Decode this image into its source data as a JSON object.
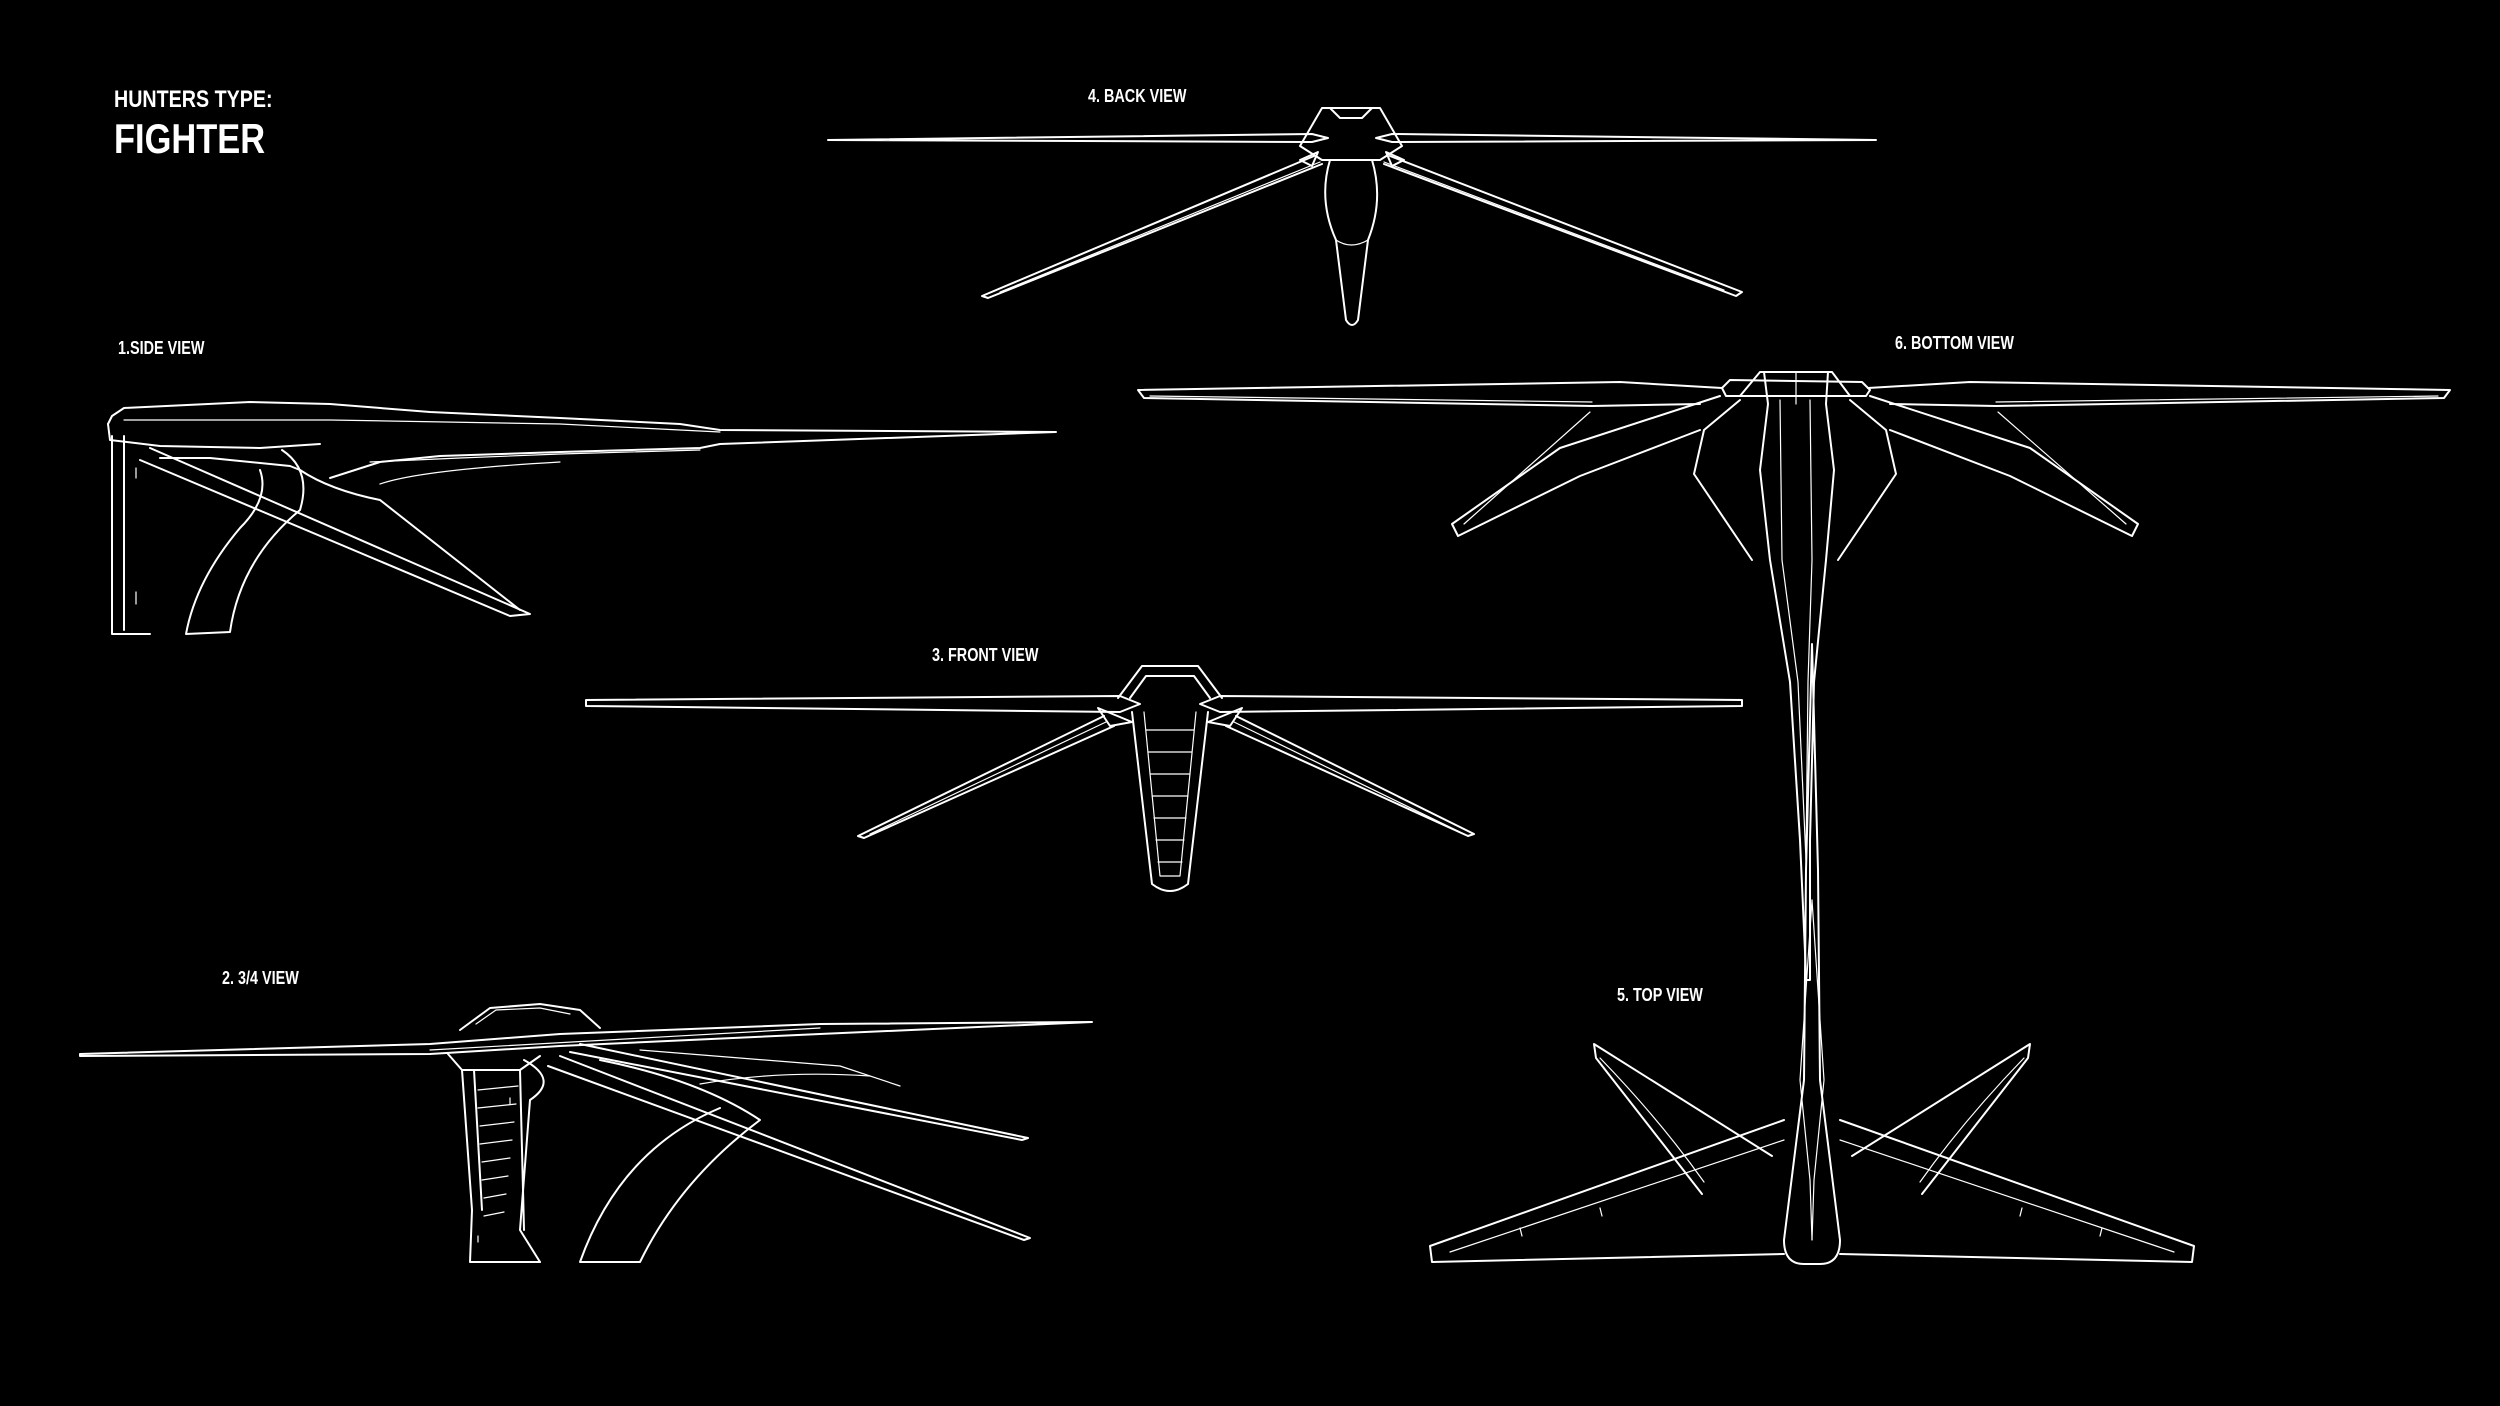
{
  "title": {
    "subtitle": "HUNTERS TYPE:",
    "main": "FIGHTER"
  },
  "views": {
    "side": "1.SIDE VIEW",
    "three_quarter": "2. 3/4 VIEW",
    "front": "3. FRONT VIEW",
    "back": "4. BACK VIEW",
    "top": "5. TOP VIEW",
    "bottom": "6. BOTTOM VIEW"
  },
  "colors": {
    "background": "#000000",
    "line": "#ffffff"
  }
}
